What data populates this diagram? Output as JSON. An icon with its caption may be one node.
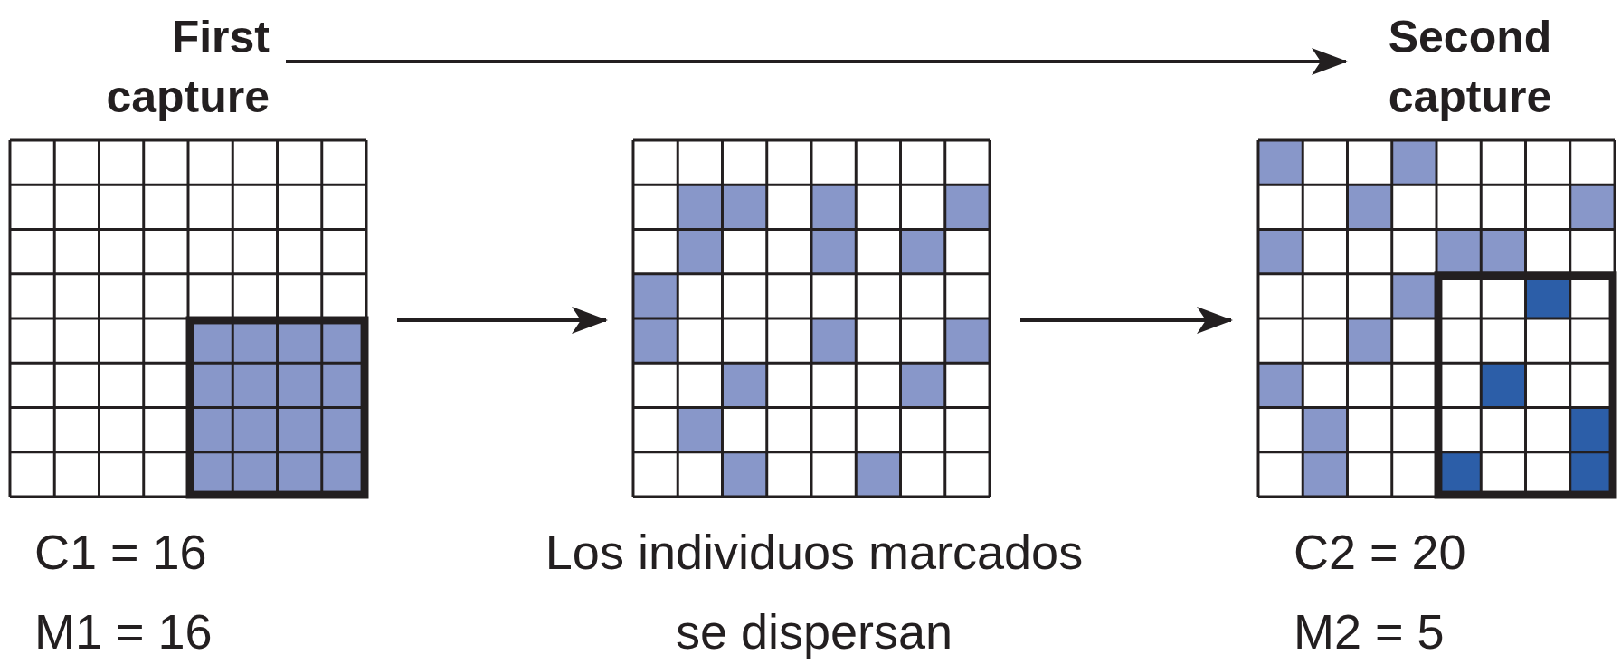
{
  "diagram": {
    "nodes": [
      {
        "text": [
          "First capture"
        ]
      },
      {
        "text": [
          "Second capture"
        ]
      },
      {
        "text": [],
        "shape": "grid",
        "beside": [
          "C1 = 16",
          "M1 = 16"
        ]
      },
      {
        "text": [],
        "shape": "grid",
        "beside": [
          "Los individuos marcados se dispersan"
        ]
      },
      {
        "text": [],
        "shape": "grid",
        "beside": [
          "C2 = 20",
          "M2 = 5"
        ]
      }
    ],
    "edges": [
      {
        "from": 0,
        "to": 1,
        "arrow": "to"
      },
      {
        "from": 2,
        "to": 3,
        "arrow": "to"
      },
      {
        "from": 3,
        "to": 4,
        "arrow": "to"
      }
    ]
  }
}
